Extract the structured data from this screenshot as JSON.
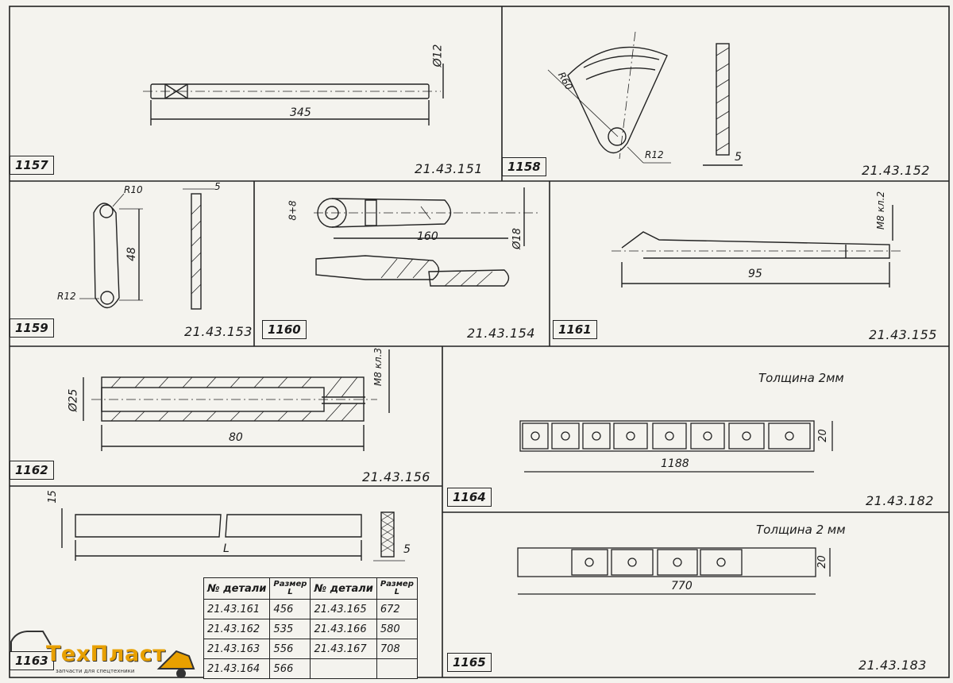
{
  "cells": [
    {
      "number": "1157",
      "code": "21.43.151",
      "dims": [
        "345",
        "Ø12"
      ]
    },
    {
      "number": "1158",
      "code": "21.43.152",
      "dims": [
        "R60",
        "R12",
        "5"
      ]
    },
    {
      "number": "1159",
      "code": "21.43.153",
      "dims": [
        "R10",
        "48",
        "R12",
        "5"
      ]
    },
    {
      "number": "1160",
      "code": "21.43.154",
      "dims": [
        "8+8",
        "160",
        "Ø18"
      ]
    },
    {
      "number": "1161",
      "code": "21.43.155",
      "dims": [
        "M8 кл.2",
        "95"
      ]
    },
    {
      "number": "1162",
      "code": "21.43.156",
      "dims": [
        "Ø25",
        "M8 кл.3",
        "80"
      ]
    },
    {
      "number": "1163",
      "code": "",
      "dims": [
        "15",
        "L",
        "5"
      ]
    },
    {
      "number": "1164",
      "code": "21.43.182",
      "note": "Толщина 2мм",
      "dims": [
        "1188",
        "20"
      ]
    },
    {
      "number": "1165",
      "code": "21.43.183",
      "note": "Толщина 2 мм",
      "dims": [
        "770",
        "20"
      ]
    }
  ],
  "table": {
    "headers": [
      "№ детали",
      "Размер L",
      "№ детали",
      "Размер L"
    ],
    "rows": [
      [
        "21.43.161",
        "456",
        "21.43.165",
        "672"
      ],
      [
        "21.43.162",
        "535",
        "21.43.166",
        "580"
      ],
      [
        "21.43.163",
        "556",
        "21.43.167",
        "708"
      ],
      [
        "21.43.164",
        "566",
        "",
        ""
      ]
    ]
  },
  "logo": {
    "text": "ТехПласт",
    "subtitle": "запчасти для спецтехники",
    "accent": "#e8a000"
  }
}
